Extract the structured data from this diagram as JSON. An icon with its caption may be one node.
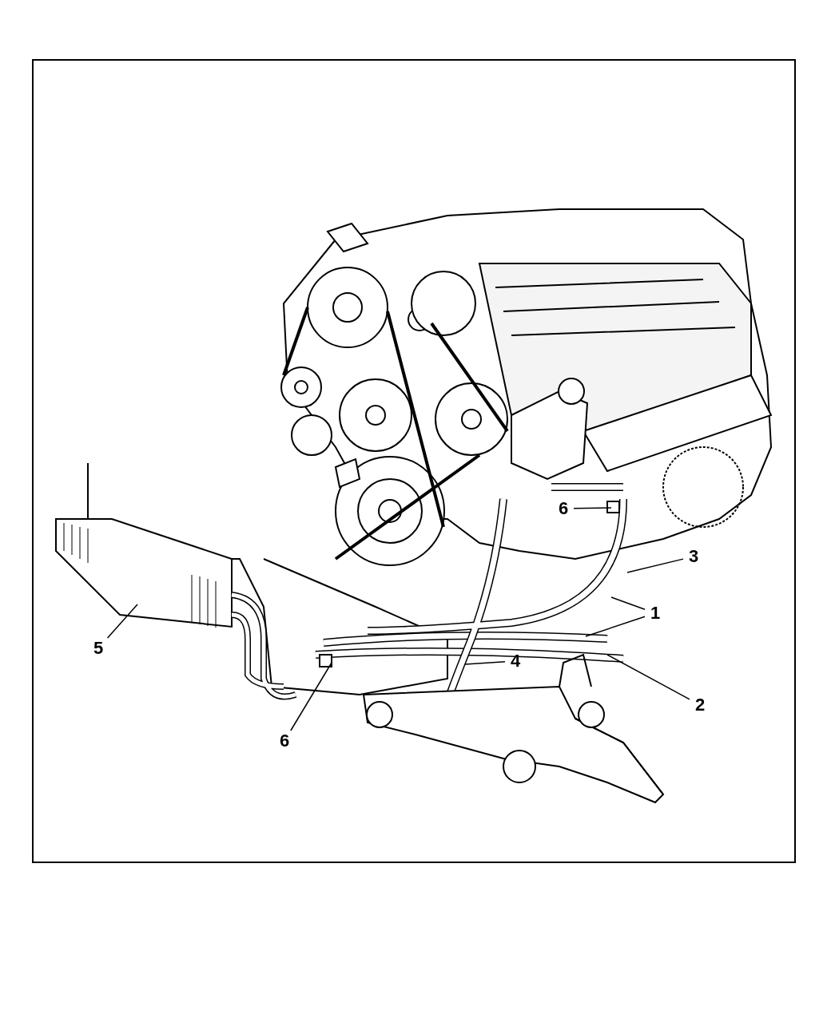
{
  "diagram": {
    "nodes": [
      {
        "text": [
          "6"
        ]
      },
      {
        "text": [
          "3"
        ]
      },
      {
        "text": [
          "1"
        ]
      },
      {
        "text": [
          "5"
        ]
      },
      {
        "text": [
          "4"
        ]
      },
      {
        "text": [
          "2"
        ]
      },
      {
        "text": [
          "6"
        ]
      }
    ],
    "edges": [
      {
        "from": 0,
        "to": null,
        "arrow": "none"
      },
      {
        "from": 1,
        "to": null,
        "arrow": "none"
      },
      {
        "from": 2,
        "to": null,
        "arrow": "none"
      },
      {
        "from": 2,
        "to": null,
        "arrow": "none"
      },
      {
        "from": 3,
        "to": null,
        "arrow": "none"
      },
      {
        "from": 4,
        "to": null,
        "arrow": "none"
      },
      {
        "from": 5,
        "to": null,
        "arrow": "none"
      },
      {
        "from": 6,
        "to": null,
        "arrow": "none"
      }
    ]
  }
}
